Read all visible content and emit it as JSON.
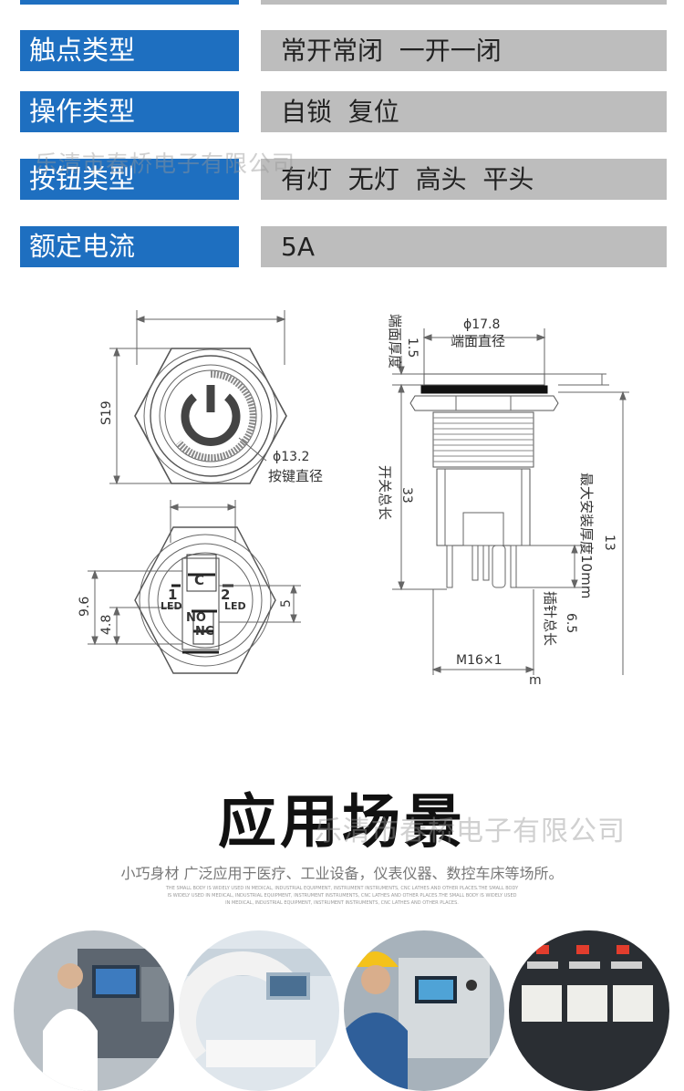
{
  "specs": [
    {
      "label": "触点类型",
      "value": "常开常闭  一开一闭"
    },
    {
      "label": "操作类型",
      "value": "自锁  复位"
    },
    {
      "label": "按钮类型",
      "value": "有灯  无灯  高头  平头"
    },
    {
      "label": "额定电流",
      "value": "5A"
    }
  ],
  "watermark": "乐清市春桥电子有限公司",
  "drawing": {
    "front": {
      "s19": "S19",
      "d132": "ϕ13.2",
      "d132_label": "按键直径"
    },
    "terminal": {
      "c": "C",
      "no": "NO",
      "nc": "NC",
      "n1": "1",
      "n2": "2",
      "led": "LED",
      "d96": "9.6",
      "d48": "4.8",
      "d5": "5"
    },
    "side": {
      "d178": "ϕ17.8",
      "d178_label": "端面直径",
      "face_thickness_label": "端面厚度",
      "d15": "1.5",
      "d33": "33",
      "length_label": "开关总长",
      "d13": "13",
      "max_install_label": "最大安装厚度10mm",
      "d65": "6.5",
      "pin_length_label": "插针总长",
      "thread": "M16×1",
      "unit": "m"
    }
  },
  "application": {
    "heading": "应用场景",
    "watermark": "乐清市春桥电子有限公司",
    "subtitle": "小巧身材 广泛应用于医疗、工业设备，仪表仪器、数控车床等场所。",
    "fineprint": [
      "THE SMALL BODY IS WIDELY USED IN MEDICAL, INDUSTRIAL EQUIPMENT, INSTRUMENT INSTRUMENTS, CNC LATHES AND OTHER PLACES.THE SMALL BODY",
      "IS WIDELY USED IN MEDICAL, INDUSTRIAL EQUIPMENT, INSTRUMENT INSTRUMENTS, CNC LATHES AND OTHER PLACES.THE SMALL BODY IS WIDELY USED",
      "IN MEDICAL, INDUSTRIAL EQUIPMENT, INSTRUMENT INSTRUMENTS, CNC LATHES AND OTHER PLACES."
    ]
  },
  "colors": {
    "label_bg": "#1e6fc0",
    "value_bg": "#bdbdbd"
  }
}
